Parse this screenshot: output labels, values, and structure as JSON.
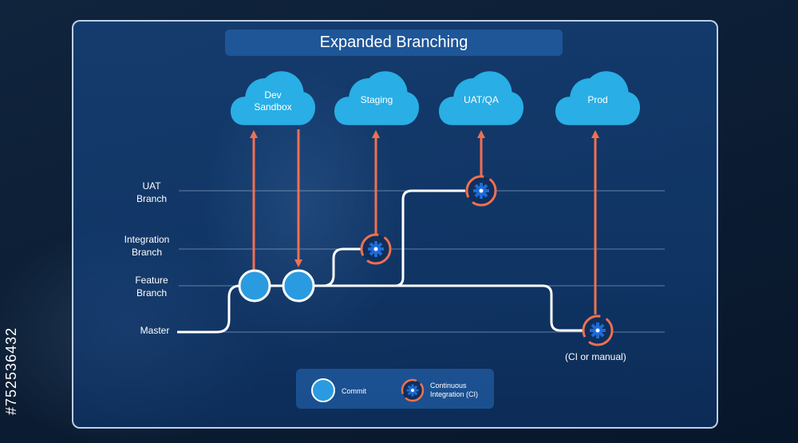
{
  "title": "Expanded Branching",
  "environments": [
    {
      "id": "dev",
      "label": "Dev\nSandbox"
    },
    {
      "id": "staging",
      "label": "Staging"
    },
    {
      "id": "uatqa",
      "label": "UAT/QA"
    },
    {
      "id": "prod",
      "label": "Prod"
    }
  ],
  "branches": {
    "uat": "UAT\nBranch",
    "integration": "Integration\nBranch",
    "feature": "Feature\nBranch",
    "master": "Master"
  },
  "ci_note": "(CI or manual)",
  "legend": {
    "commit": "Commit",
    "ci": "Continuous\nIntegration  (CI)"
  },
  "watermark": "#752536432",
  "colors": {
    "cloud": "#29aee6",
    "commit": "#2a9be0",
    "arrow": "#f07050",
    "line": "#ffffff",
    "gear": "#1e6bd8"
  }
}
